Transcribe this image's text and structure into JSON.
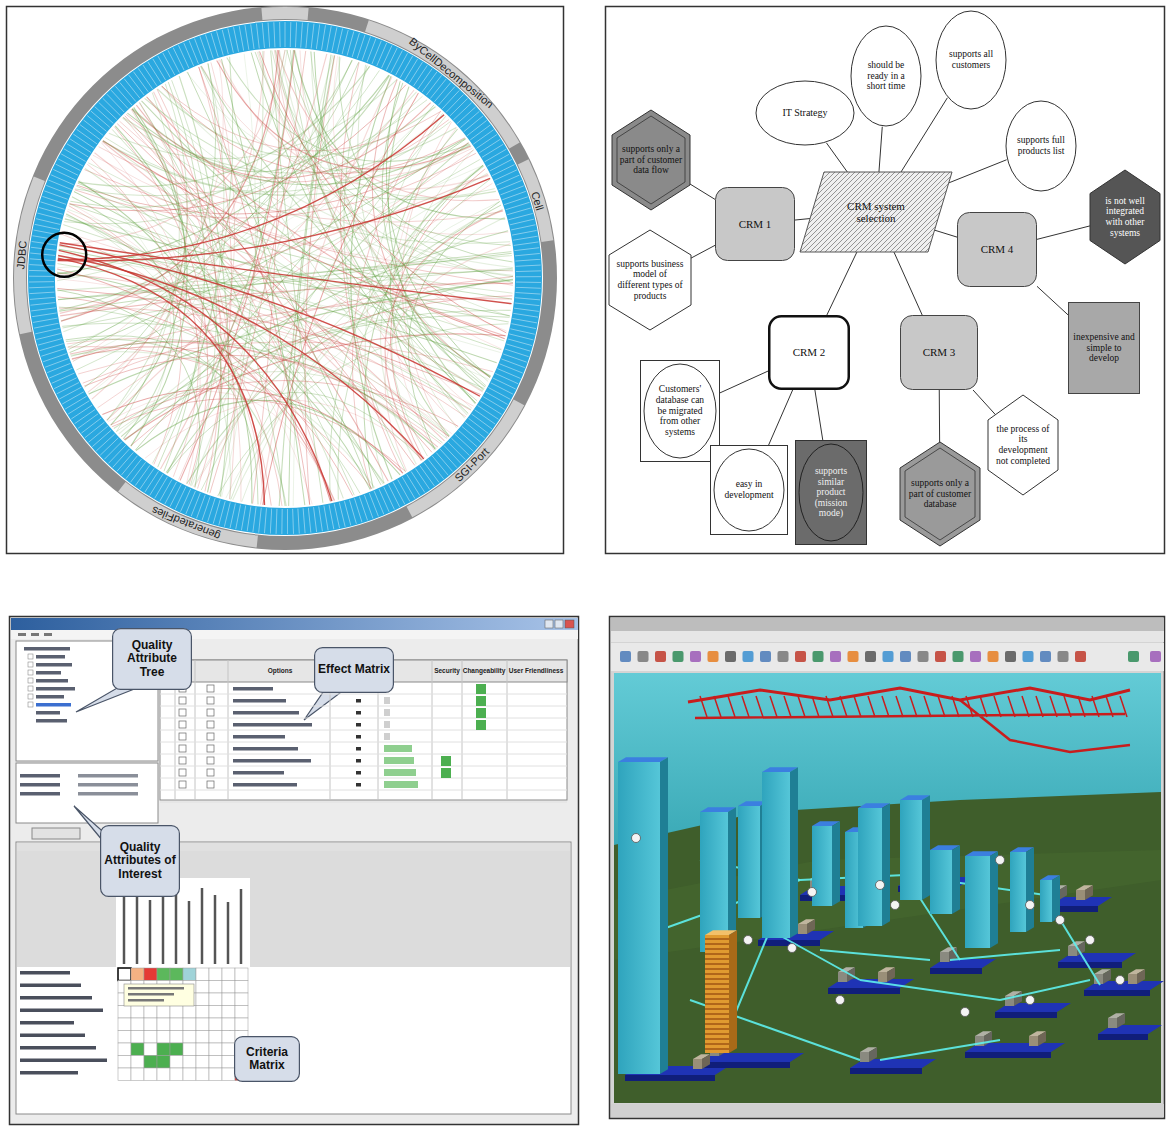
{
  "diagram": {
    "nodes": [
      {
        "text": [
          "CRM system selection"
        ]
      },
      {
        "text": [
          "IT Strategy"
        ]
      },
      {
        "text": [
          "should be ready in a short time"
        ]
      },
      {
        "text": [
          "supports all customers"
        ]
      },
      {
        "text": [
          "supports full products list"
        ]
      },
      {
        "text": [
          "CRM 1"
        ]
      },
      {
        "text": [
          "CRM 2"
        ]
      },
      {
        "text": [
          "CRM 3"
        ]
      },
      {
        "text": [
          "CRM 4"
        ]
      },
      {
        "text": [
          "supports only a part of customer data flow"
        ]
      },
      {
        "text": [
          "supports business model of different types of products"
        ]
      },
      {
        "text": [
          "Customers' database can be migrated from other systems"
        ]
      },
      {
        "text": [
          "easy in development"
        ]
      },
      {
        "text": [
          "supports similar product (mission mode)"
        ]
      },
      {
        "text": [
          "the process of its development not completed"
        ]
      },
      {
        "text": [
          "supports only a part of customer database"
        ]
      },
      {
        "text": [
          "is not well integrated with other systems"
        ]
      },
      {
        "text": [
          "inexpensive and simple to develop"
        ]
      },
      {
        "text": [
          "Quality Attribute Tree"
        ]
      },
      {
        "text": [
          "Effect Matrix"
        ]
      },
      {
        "text": [
          "Quality Attributes of Interest"
        ]
      },
      {
        "text": [
          "Criteria Matrix"
        ]
      }
    ],
    "edges": [
      {
        "from": 0,
        "to": 1,
        "arrow": "none"
      },
      {
        "from": 0,
        "to": 2,
        "arrow": "none"
      },
      {
        "from": 0,
        "to": 3,
        "arrow": "none"
      },
      {
        "from": 0,
        "to": 4,
        "arrow": "none"
      },
      {
        "from": 0,
        "to": 5,
        "arrow": "none"
      },
      {
        "from": 0,
        "to": 6,
        "arrow": "none"
      },
      {
        "from": 0,
        "to": 7,
        "arrow": "none"
      },
      {
        "from": 0,
        "to": 8,
        "arrow": "none"
      },
      {
        "from": 5,
        "to": 9,
        "arrow": "none"
      },
      {
        "from": 5,
        "to": 10,
        "arrow": "none"
      },
      {
        "from": 6,
        "to": 11,
        "arrow": "none"
      },
      {
        "from": 6,
        "to": 12,
        "arrow": "none"
      },
      {
        "from": 6,
        "to": 13,
        "arrow": "none"
      },
      {
        "from": 7,
        "to": 14,
        "arrow": "none"
      },
      {
        "from": 7,
        "to": 15,
        "arrow": "none"
      },
      {
        "from": 8,
        "to": 16,
        "arrow": "none"
      },
      {
        "from": 8,
        "to": 17,
        "arrow": "none"
      }
    ],
    "labels": [
      "ByCellDecomposition",
      "Cell",
      "SGI-Port",
      "generatedFiles",
      "JDBC",
      "Options",
      "Security",
      "Changeability",
      "User Friendliness"
    ]
  }
}
